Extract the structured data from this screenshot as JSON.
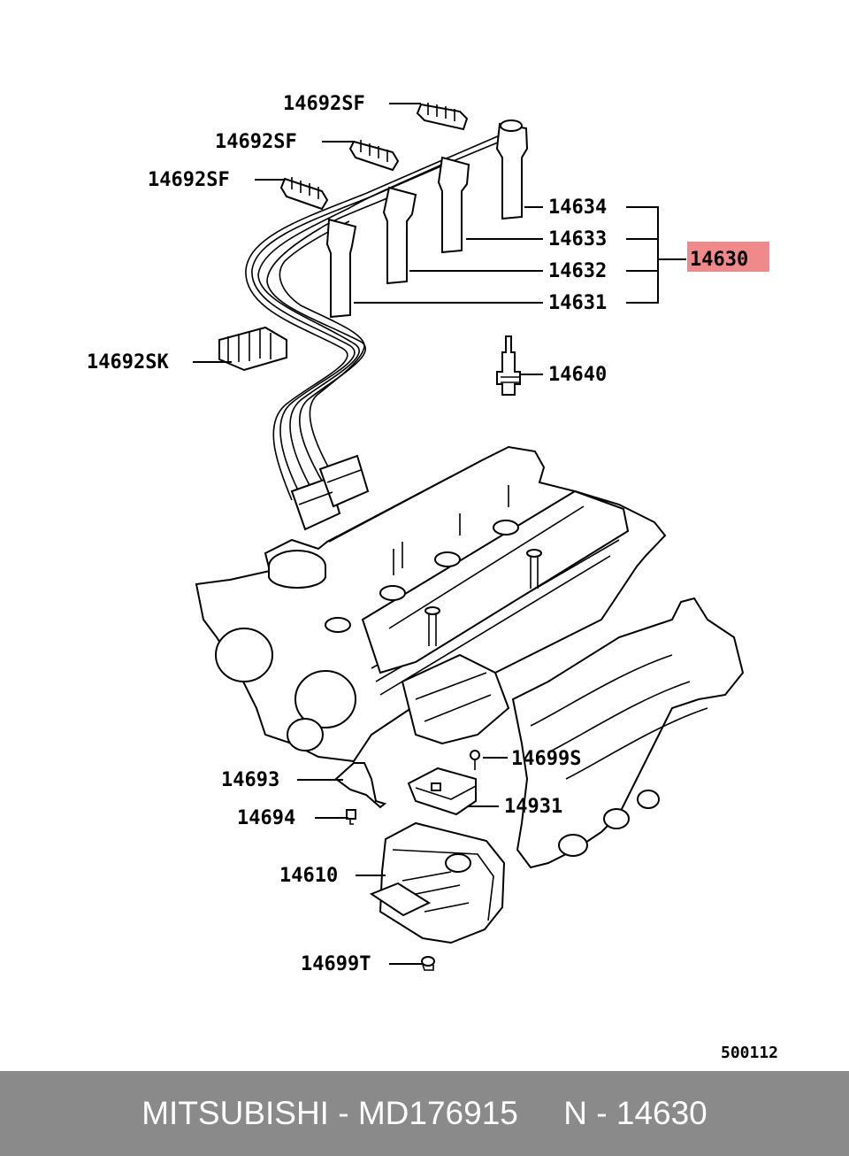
{
  "callouts": {
    "sf1": "14692SF",
    "sf2": "14692SF",
    "sf3": "14692SF",
    "c14634": "14634",
    "c14633": "14633",
    "c14632": "14632",
    "c14631": "14631",
    "c14630": "14630",
    "sk": "14692SK",
    "c14640": "14640",
    "c14699s": "14699S",
    "c14693": "14693",
    "c14931": "14931",
    "c14694": "14694",
    "c14610": "14610",
    "c14699t": "14699T"
  },
  "diagram_code": "500112",
  "highlight_color": "#f08a8a",
  "footer": {
    "part_text": "MITSUBISHI - MD176915",
    "ref_text": "N - 14630",
    "background": "#8a8a8a"
  }
}
